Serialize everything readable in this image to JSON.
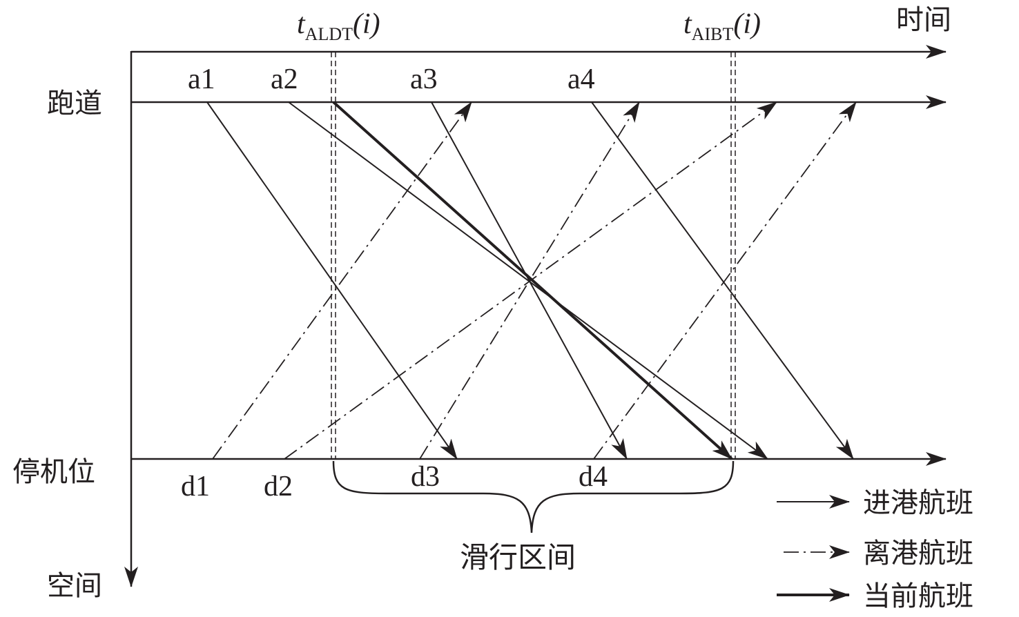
{
  "axes": {
    "time_label": "时间",
    "space_label": "空间",
    "runway_label": "跑道",
    "stand_label": "停机位"
  },
  "markers": {
    "aldt": {
      "t": "t",
      "sub": "ALDT",
      "arg": "(i)"
    },
    "aibt": {
      "t": "t",
      "sub": "AIBT",
      "arg": "(i)"
    }
  },
  "arrivals": [
    "a1",
    "a2",
    "a3",
    "a4"
  ],
  "departures": [
    "d1",
    "d2",
    "d3",
    "d4"
  ],
  "taxi_interval_label": "滑行区间",
  "legend": {
    "arrival": "进港航班",
    "departure": "离港航班",
    "current": "当前航班"
  },
  "colors": {
    "ink": "#231f20"
  }
}
